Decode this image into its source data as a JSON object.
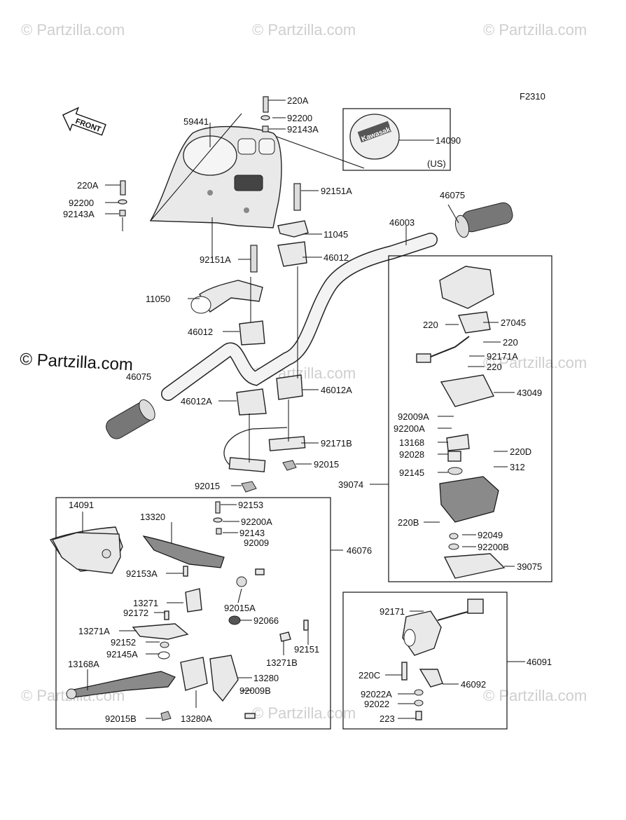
{
  "figure_code": "F2310",
  "watermark": "© Partzilla.com",
  "watermark_plain": "© Partzilla.com",
  "front_label": "FRONT",
  "emblem_text": "Kawasaki",
  "region_note": "(US)",
  "labels": {
    "p220A_1": "220A",
    "p92200_1": "92200",
    "p92143A_1": "92143A",
    "p59441": "59441",
    "p14090": "14090",
    "p220A_2": "220A",
    "p92200_2": "92200",
    "p92143A_2": "92143A",
    "p92151A_1": "92151A",
    "p11045": "11045",
    "p46012_1": "46012",
    "p46075_1": "46075",
    "p46003": "46003",
    "p92151A_2": "92151A",
    "p11050": "11050",
    "p46012_2": "46012",
    "p46075_2": "46075",
    "p46012A_1": "46012A",
    "p46012A_2": "46012A",
    "p92171B": "92171B",
    "p92015_1": "92015",
    "p92015_2": "92015",
    "p220_1": "220",
    "p27045": "27045",
    "p220_2": "220",
    "p92171A": "92171A",
    "p220_3": "220",
    "p43049": "43049",
    "p92009A": "92009A",
    "p92200A_1": "92200A",
    "p13168": "13168",
    "p220D": "220D",
    "p92028": "92028",
    "p312": "312",
    "p92145": "92145",
    "p39074": "39074",
    "p220B": "220B",
    "p92049": "92049",
    "p92200B": "92200B",
    "p39075": "39075",
    "p14091": "14091",
    "p13320": "13320",
    "p92153": "92153",
    "p92200A_2": "92200A",
    "p92143": "92143",
    "p92009": "92009",
    "p46076": "46076",
    "p92153A": "92153A",
    "p13271": "13271",
    "p92015A": "92015A",
    "p92172": "92172",
    "p92066": "92066",
    "p13271A": "13271A",
    "p92152": "92152",
    "p92151": "92151",
    "p92145A": "92145A",
    "p13271B": "13271B",
    "p13168A": "13168A",
    "p13280": "13280",
    "p92009B": "92009B",
    "p92015B": "92015B",
    "p13280A": "13280A",
    "p92171": "92171",
    "p46091": "46091",
    "p220C": "220C",
    "p46092": "46092",
    "p92022A": "92022A",
    "p92022": "92022",
    "p223": "223"
  }
}
